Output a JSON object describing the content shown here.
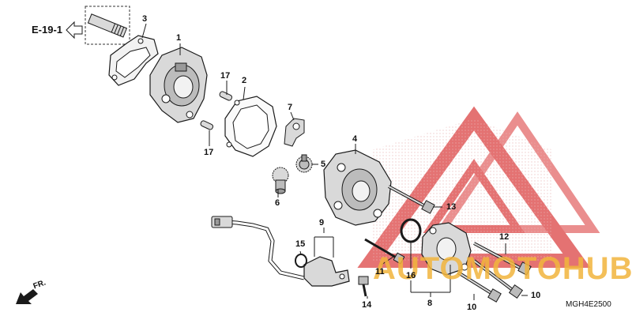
{
  "reference": "E-19-1",
  "direction": "FR.",
  "diagram_code": "MGH4E2500",
  "watermark_text": "AUTOMOTOHUB",
  "parts": [
    "1",
    "2",
    "3",
    "4",
    "5",
    "6",
    "7",
    "8",
    "9",
    "10",
    "11",
    "12",
    "13",
    "14",
    "15",
    "16",
    "17"
  ],
  "colors": {
    "line": "#1a1a1a",
    "part_fill": "#d9d9d9",
    "part_dark": "#7a7a7a",
    "watermark_red": "#e05a5a",
    "watermark_orange": "#f2b53d",
    "watermark_gray": "#666666"
  }
}
